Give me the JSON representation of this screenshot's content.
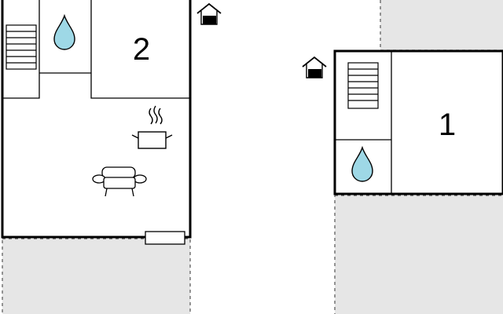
{
  "floorplan": {
    "rooms": [
      {
        "label": "2",
        "kind": "bedroom"
      },
      {
        "label": "1",
        "kind": "bedroom"
      }
    ],
    "icons": [
      "stairs-icon",
      "bathroom-water-drop-icon",
      "cooking-pot-icon",
      "sofa-icon",
      "entrance-house-icon",
      "window-icon"
    ],
    "colors": {
      "wall": "#000000",
      "terrace_fill": "#e6e6e6",
      "terrace_border": "#555555",
      "water_fill": "#9ed8e6"
    }
  }
}
